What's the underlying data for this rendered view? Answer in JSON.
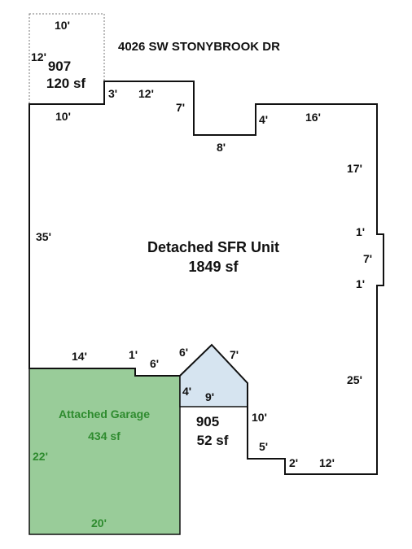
{
  "address": "4026 SW STONYBROOK DR",
  "colors": {
    "outline": "#111111",
    "garage_fill": "#99cc99",
    "garage_text": "#2e8b2e",
    "porch_fill": "#d6e4f0",
    "dashed_outline": "#777777",
    "background": "#ffffff"
  },
  "areas": {
    "main": {
      "name": "Detached SFR Unit",
      "sf": "1849 sf"
    },
    "garage": {
      "name": "Attached Garage",
      "sf": "434 sf"
    },
    "porch": {
      "code": "905",
      "sf": "52 sf"
    },
    "upper": {
      "code": "907",
      "sf": "120 sf"
    }
  },
  "dimensions": {
    "upper_top": "10'",
    "upper_side": "12'",
    "upper_bottom": "10'",
    "step_left": "3'",
    "top_run_1": "12'",
    "notch_drop": "7'",
    "notch_bottom": "8'",
    "notch_rise": "4'",
    "top_run_2": "16'",
    "right_upper": "17'",
    "bay_1": "1'",
    "bay_depth": "7'",
    "bay_2": "1'",
    "left_side": "35'",
    "garage_top_run": "14'",
    "garage_step": "1'",
    "garage_top_run_2": "6'",
    "porch_peak_left": "6'",
    "porch_peak_right": "7'",
    "porch_left": "4'",
    "porch_bottom": "9'",
    "right_lower": "25'",
    "jog_drop": "10'",
    "jog_run": "5'",
    "jog_small": "2'",
    "bottom_right_run": "12'",
    "garage_side": "22'",
    "garage_bottom": "20'"
  }
}
